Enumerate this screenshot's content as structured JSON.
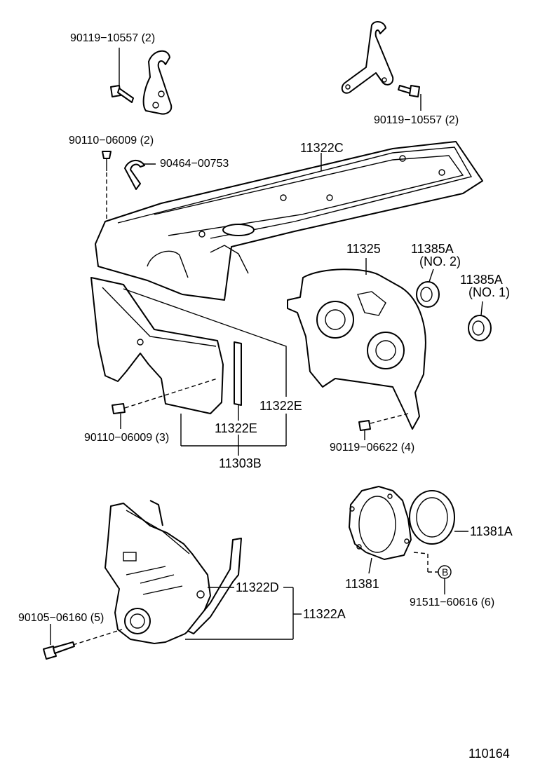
{
  "diagram": {
    "labels": {
      "bolt_bracket_left": "90119−10557 (2)",
      "bolt_bracket_right": "90119−10557 (2)",
      "bolt_top_cover": "90110−06009 (2)",
      "clip_top": "90464−00753",
      "cover_11322c": "11322C",
      "cover_11325": "11325",
      "seal_11385a_no2_part": "11385A",
      "seal_11385a_no2_note": "(NO. 2)",
      "seal_11385a_no1_part": "11385A",
      "seal_11385a_no1_note": "(NO. 1)",
      "cover_11322e_right": "11322E",
      "cover_11322e_mid": "11322E",
      "bolt_mid_left": "90110−06009 (3)",
      "bolt_mid_right": "90119−06622 (4)",
      "assembly_11303b": "11303B",
      "seal_11381a": "11381A",
      "retainer_11381": "11381",
      "callout_b": "B",
      "bolt_b": "91511−60616 (6)",
      "cover_11322d": "11322D",
      "cover_11322a": "11322A",
      "bolt_lower_left": "90105−06160 (5)",
      "figure_number": "110164"
    }
  }
}
